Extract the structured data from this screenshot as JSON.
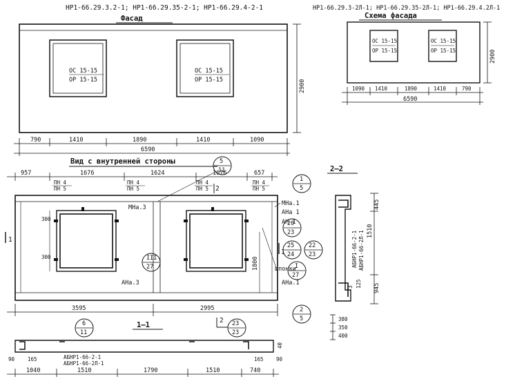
{
  "facade": {
    "title_marks": "НР1-66.29.3.2-1; НР1-66.29.35-2-1; НР1-66.29.4-2-1",
    "title": "Фасад",
    "window_label_top": "ОС 15-15",
    "window_label_bottom": "ОР 15-15",
    "height_dim": "2900",
    "bottom_dims": [
      "790",
      "1410",
      "1890",
      "1410",
      "1090"
    ],
    "total_dim": "6590"
  },
  "scheme": {
    "title_marks": "НР1-66.29.3-2Л-1; НР1-66.29.35-2Л-1; НР1-66.29.4.2Л-1",
    "title": "Схема фасада",
    "window_label_top": "ОС 15-15",
    "window_label_bottom": "ОР 15-15",
    "height_dim": "2900",
    "bottom_dims": [
      "1090",
      "1410",
      "1890",
      "1410",
      "790"
    ],
    "total_dim": "6590"
  },
  "inner_view": {
    "title": "Вид с внутренней стороны",
    "callout_5_11": {
      "num": "5",
      "den": "11"
    },
    "top_dims": [
      "957",
      "1676",
      "1624",
      "1676",
      "657"
    ],
    "pn_labels": [
      "ПН 4",
      "ПН 5",
      "ПН 4",
      "ПН 5",
      "ПН 4",
      "ПН 5",
      "ПН 4",
      "ПН 5"
    ],
    "mn3": "МНа.3",
    "mn1": "МНа.1",
    "an1": "АНа 1",
    "an1b": "АН 1",
    "an3": "АНа.3",
    "an1_bottom": "АНа.1",
    "shponki": "шпонки",
    "dim_300a": "300",
    "dim_300b": "300",
    "dim_1800": "1800",
    "bottom_dims": [
      "3595",
      "2995"
    ],
    "section_1": "1",
    "section_2": "2",
    "callout_1_5": {
      "num": "1",
      "den": "5"
    },
    "callout_20_23": {
      "num": "20",
      "den": "23"
    },
    "callout_25_24": {
      "num": "25",
      "den": "24"
    },
    "callout_22_23": {
      "num": "22",
      "den": "23"
    },
    "callout_I_27": {
      "num": "I",
      "den": "27"
    },
    "callout_III_27": {
      "num": "III",
      "den": "27"
    },
    "callout_6_11": {
      "num": "6",
      "den": "11"
    },
    "callout_2_5": {
      "num": "2",
      "den": "5"
    },
    "callout_23_23": {
      "num": "23",
      "den": "23"
    }
  },
  "section_11": {
    "title": "1—1",
    "label_a": "АБНР1-66-2-1",
    "label_b": "АБНР1-66-2Л-1",
    "dims_small": [
      "90",
      "165",
      "165",
      "90"
    ],
    "dims_main": [
      "1040",
      "1510",
      "1790",
      "1510",
      "740"
    ],
    "dim_right": "40"
  },
  "section_22": {
    "title": "2—2",
    "label_a": "АБНР1-66-2-1",
    "label_b": "АБНР1-66-2Л-1",
    "dim_445": "445",
    "dim_1510": "1510",
    "dim_945": "945",
    "dim_125": "125",
    "dim_3": "3",
    "stack_dims": [
      "380",
      "350",
      "400"
    ]
  }
}
